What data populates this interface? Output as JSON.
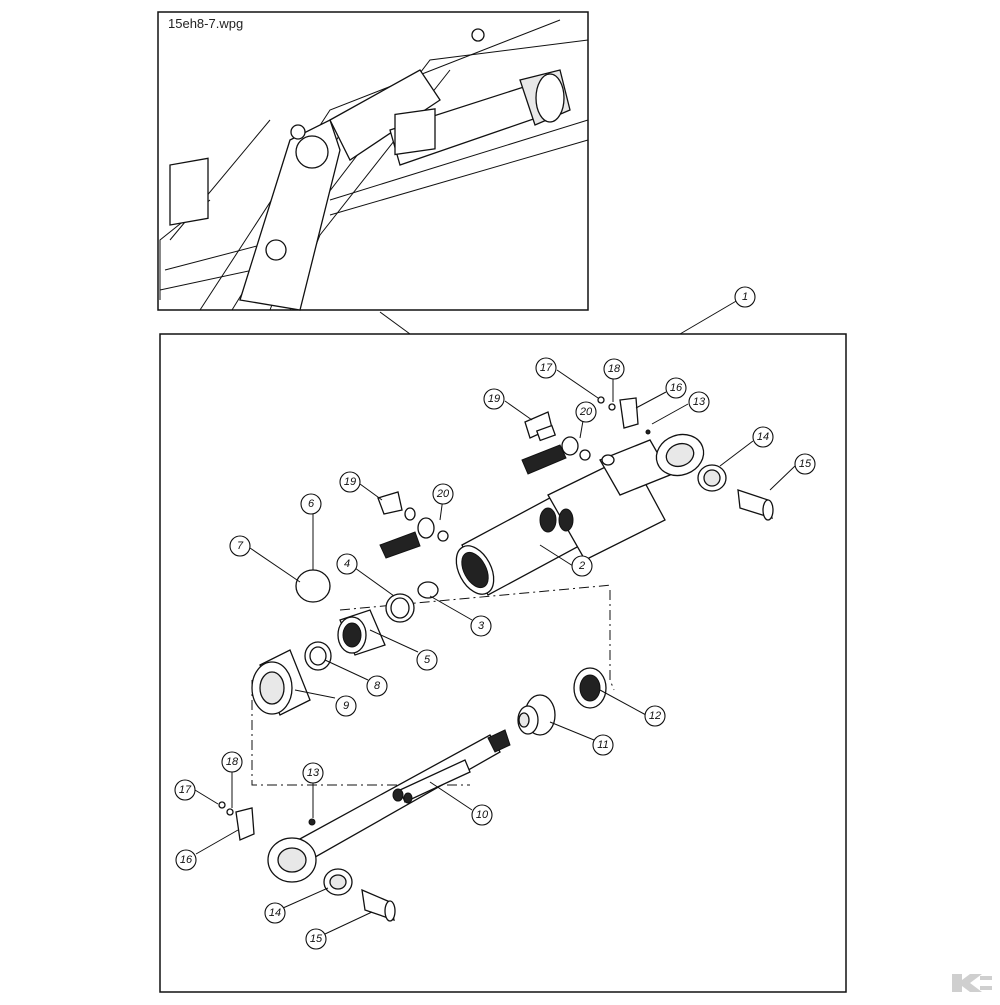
{
  "file_label": "15eh8-7.wpg",
  "callouts": [
    {
      "id": "c1",
      "label": "1"
    },
    {
      "id": "c17a",
      "label": "17"
    },
    {
      "id": "c18a",
      "label": "18"
    },
    {
      "id": "c16a",
      "label": "16"
    },
    {
      "id": "c13a",
      "label": "13"
    },
    {
      "id": "c19a",
      "label": "19"
    },
    {
      "id": "c20a",
      "label": "20"
    },
    {
      "id": "c14a",
      "label": "14"
    },
    {
      "id": "c15a",
      "label": "15"
    },
    {
      "id": "c19b",
      "label": "19"
    },
    {
      "id": "c20b",
      "label": "20"
    },
    {
      "id": "c6",
      "label": "6"
    },
    {
      "id": "c7",
      "label": "7"
    },
    {
      "id": "c4",
      "label": "4"
    },
    {
      "id": "c2",
      "label": "2"
    },
    {
      "id": "c3",
      "label": "3"
    },
    {
      "id": "c5",
      "label": "5"
    },
    {
      "id": "c8",
      "label": "8"
    },
    {
      "id": "c9",
      "label": "9"
    },
    {
      "id": "c12",
      "label": "12"
    },
    {
      "id": "c11",
      "label": "11"
    },
    {
      "id": "c10",
      "label": "10"
    },
    {
      "id": "c13b",
      "label": "13"
    },
    {
      "id": "c18b",
      "label": "18"
    },
    {
      "id": "c17b",
      "label": "17"
    },
    {
      "id": "c16b",
      "label": "16"
    },
    {
      "id": "c14b",
      "label": "14"
    },
    {
      "id": "c15b",
      "label": "15"
    }
  ],
  "colors": {
    "line": "#111111",
    "paper": "#ffffff",
    "logo": "#cfcfcf"
  }
}
